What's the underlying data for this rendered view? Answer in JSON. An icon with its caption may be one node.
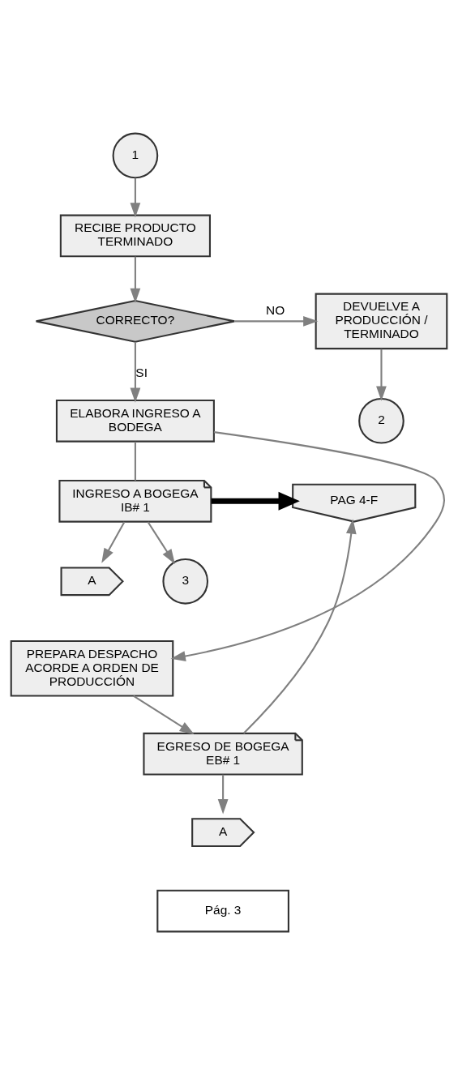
{
  "diagram": {
    "nodes": [
      {
        "text": [
          "1"
        ]
      },
      {
        "text": [
          "RECIBE PRODUCTO TERMINADO"
        ]
      },
      {
        "text": [
          "CORRECTO?"
        ]
      },
      {
        "text": [
          "DEVUELVE A PRODUCCIÓN / TERMINADO"
        ]
      },
      {
        "text": [
          "2"
        ]
      },
      {
        "text": [
          "ELABORA INGRESO A BODEGA"
        ]
      },
      {
        "text": [
          "INGRESO A BOGEGA",
          "IB# 1"
        ]
      },
      {
        "text": [
          "A"
        ]
      },
      {
        "text": [
          "3"
        ]
      },
      {
        "text": [
          "PAG 4-F"
        ]
      },
      {
        "text": [
          "PREPARA DESPACHO ACORDE A ORDEN DE PRODUCCIÓN"
        ]
      },
      {
        "text": [
          "EGRESO DE BOGEGA",
          "EB# 1"
        ]
      },
      {
        "text": [
          "A"
        ]
      },
      {
        "text": [
          "Pág. 3"
        ]
      }
    ],
    "edges": [
      {
        "from": 0,
        "to": 1,
        "arrow": "to"
      },
      {
        "from": 1,
        "to": 2,
        "arrow": "to"
      },
      {
        "from": 2,
        "to": 3,
        "arrow": "to",
        "label": "NO"
      },
      {
        "from": 3,
        "to": 4,
        "arrow": "to"
      },
      {
        "from": 2,
        "to": 5,
        "arrow": "to",
        "label": "SI"
      },
      {
        "from": 5,
        "to": 6,
        "arrow": "none"
      },
      {
        "from": 5,
        "to": 10,
        "arrow": "to"
      },
      {
        "from": 6,
        "to": 7,
        "arrow": "to"
      },
      {
        "from": 6,
        "to": 8,
        "arrow": "to"
      },
      {
        "from": 6,
        "to": 9,
        "arrow": "to",
        "style": "thick",
        "color": "#000000"
      },
      {
        "from": 10,
        "to": 11,
        "arrow": "to"
      },
      {
        "from": 11,
        "to": 9,
        "arrow": "to"
      },
      {
        "from": 11,
        "to": 12,
        "arrow": "to"
      }
    ]
  }
}
